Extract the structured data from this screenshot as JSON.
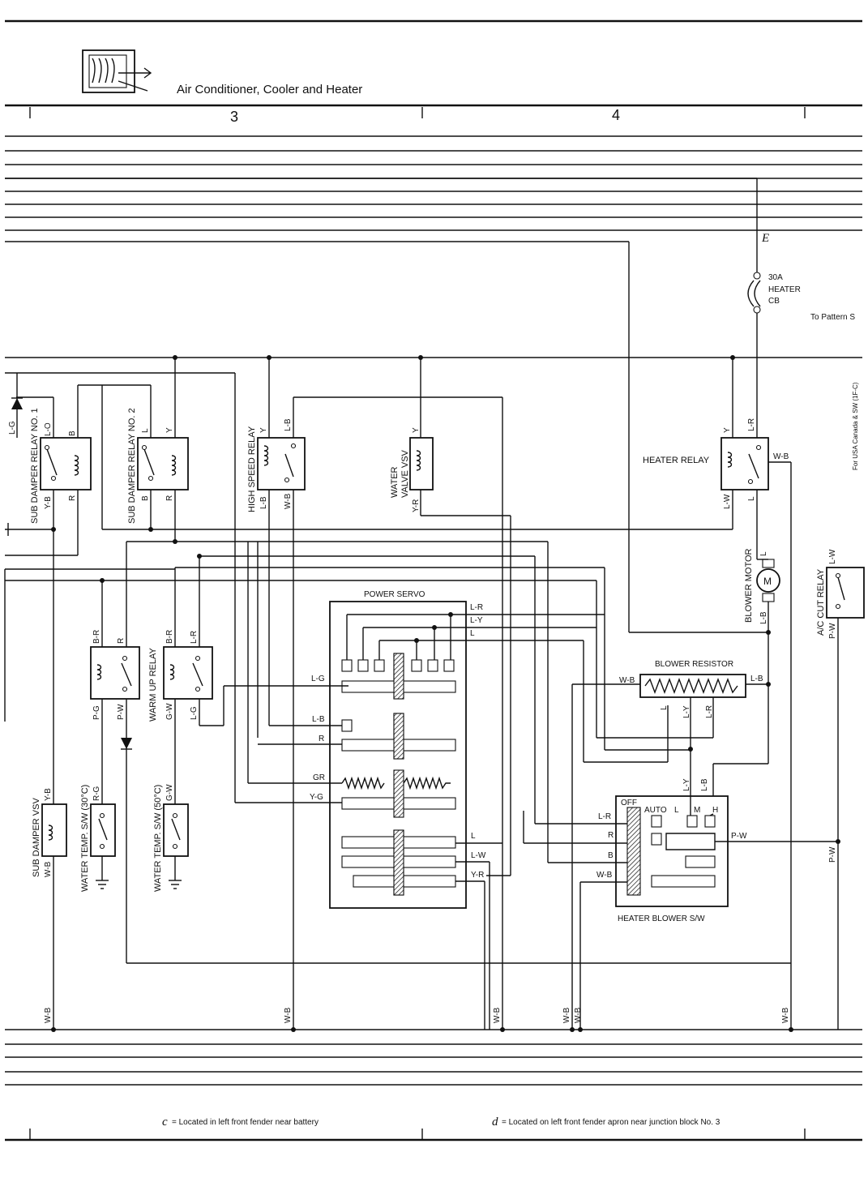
{
  "header": {
    "title": "Air Conditioner, Cooler and Heater",
    "columns": [
      "3",
      "4"
    ]
  },
  "fuse": {
    "id": "E",
    "rating": "30A",
    "name1": "HEATER",
    "name2": "CB",
    "to_pattern": "To Pattern S"
  },
  "side_note": "For USA Canada & SW (1F-C)",
  "components": {
    "sub_damper_relay_1": "SUB DAMPER RELAY NO. 1",
    "sub_damper_relay_2": "SUB DAMPER RELAY NO. 2",
    "high_speed_relay": "HIGH SPEED RELAY",
    "water_valve_vsv_1": "WATER",
    "water_valve_vsv_2": "VALVE VSV",
    "heater_relay": "HEATER RELAY",
    "blower_motor": "BLOWER MOTOR",
    "ac_cut_relay": "A/C CUT RELAY",
    "power_servo": "POWER SERVO",
    "blower_resistor": "BLOWER RESISTOR",
    "heater_blower_sw": "HEATER BLOWER S/W",
    "warm_up_relay": "WARM UP RELAY",
    "sub_damper_vsv": "SUB DAMPER VSV",
    "water_temp_sw_30": "WATER TEMP. S/W (30°C)",
    "water_temp_sw_50": "WATER TEMP. S/W (50°C)",
    "motor_symbol": "M"
  },
  "wire_colors": {
    "LG": "L-G",
    "LO": "L-O",
    "B": "B",
    "YB": "Y-B",
    "R": "R",
    "L": "L",
    "Y": "Y",
    "LB": "L-B",
    "WB": "W-B",
    "YR": "Y-R",
    "LR": "L-R",
    "LW": "L-W",
    "PW": "P-W",
    "BR": "B-R",
    "PG": "P-G",
    "GW": "G-W",
    "RG": "R-G",
    "LY": "L-Y",
    "GR": "GR",
    "YG": "Y-G"
  },
  "switch_positions": {
    "off": "OFF",
    "auto": "AUTO",
    "l": "L",
    "m": "M",
    "h": "H"
  },
  "footnotes": {
    "c_key": "c",
    "c_text": "= Located in left front fender near battery",
    "d_key": "d",
    "d_text": "= Located on left front fender apron near junction block No. 3"
  }
}
